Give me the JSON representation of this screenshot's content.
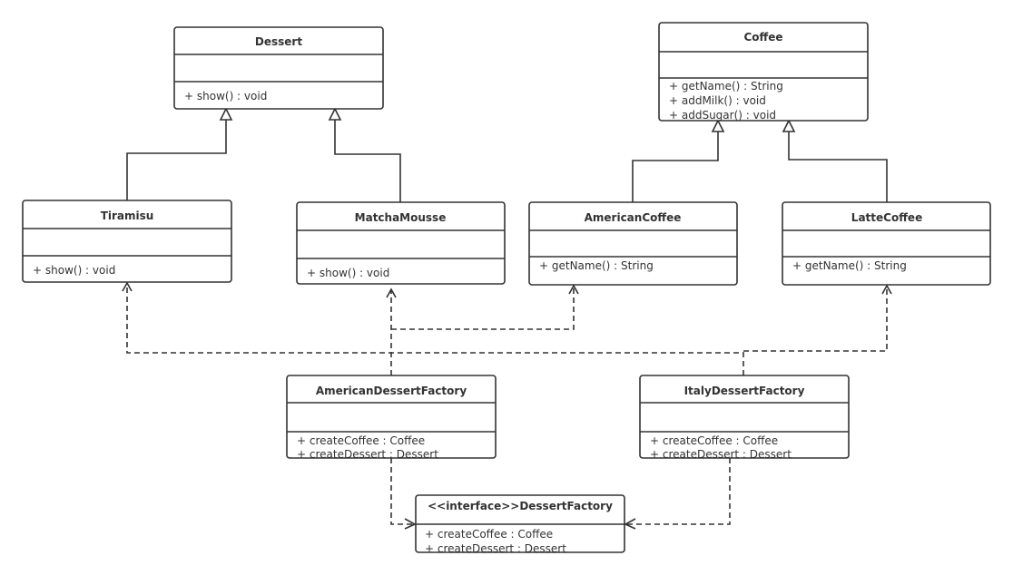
{
  "classes": {
    "dessert": {
      "name": "Dessert",
      "methods": [
        "+ show() : void"
      ]
    },
    "coffee": {
      "name": "Coffee",
      "methods": [
        "+ getName() : String",
        "+ addMilk() : void",
        "+ addSugar() : void"
      ]
    },
    "tiramisu": {
      "name": "Tiramisu",
      "methods": [
        "+ show() : void"
      ]
    },
    "matcha_mousse": {
      "name": "MatchaMousse",
      "methods": [
        "+ show() : void"
      ]
    },
    "american_coffee": {
      "name": "AmericanCoffee",
      "methods": [
        "+ getName() : String"
      ]
    },
    "latte_coffee": {
      "name": "LatteCoffee",
      "methods": [
        "+ getName() : String"
      ]
    },
    "american_dessert_factory": {
      "name": "AmericanDessertFactory",
      "methods": [
        "+ createCoffee : Coffee",
        "+ createDessert : Dessert"
      ]
    },
    "italy_dessert_factory": {
      "name": "ItalyDessertFactory",
      "methods": [
        "+ createCoffee : Coffee",
        "+ createDessert : Dessert"
      ]
    },
    "dessert_factory": {
      "name": "<<interface>>DessertFactory",
      "methods": [
        "+ createCoffee : Coffee",
        "+ createDessert : Dessert"
      ]
    }
  },
  "relations": [
    {
      "type": "inheritance",
      "from": "Tiramisu",
      "to": "Dessert"
    },
    {
      "type": "inheritance",
      "from": "MatchaMousse",
      "to": "Dessert"
    },
    {
      "type": "inheritance",
      "from": "AmericanCoffee",
      "to": "Coffee"
    },
    {
      "type": "inheritance",
      "from": "LatteCoffee",
      "to": "Coffee"
    },
    {
      "type": "dependency",
      "from": "AmericanDessertFactory",
      "to": "MatchaMousse"
    },
    {
      "type": "dependency",
      "from": "AmericanDessertFactory",
      "to": "AmericanCoffee"
    },
    {
      "type": "dependency",
      "from": "ItalyDessertFactory",
      "to": "Tiramisu"
    },
    {
      "type": "dependency",
      "from": "ItalyDessertFactory",
      "to": "LatteCoffee"
    },
    {
      "type": "realization",
      "from": "AmericanDessertFactory",
      "to": "<<interface>>DessertFactory"
    },
    {
      "type": "realization",
      "from": "ItalyDessertFactory",
      "to": "<<interface>>DessertFactory"
    }
  ]
}
